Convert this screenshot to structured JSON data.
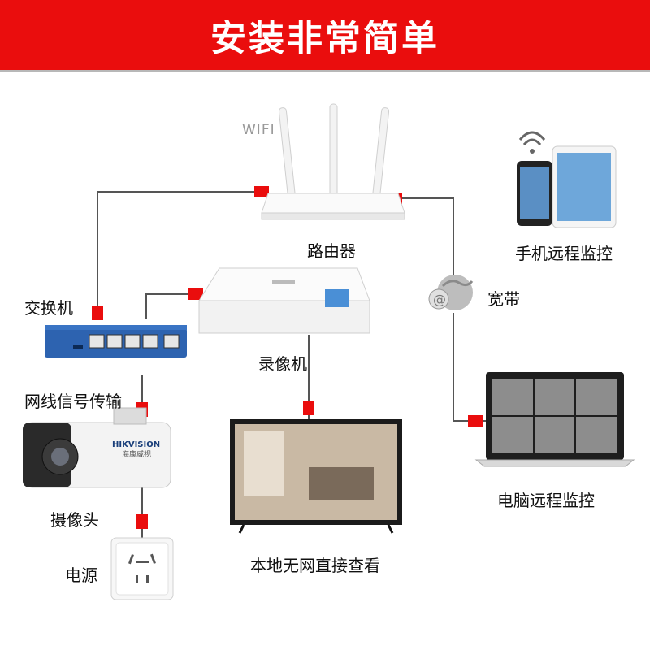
{
  "header": {
    "title": "安装非常简单"
  },
  "labels": {
    "wifi": "WIFI",
    "router": "路由器",
    "mobile": "手机远程监控",
    "broadband": "宽带",
    "switch": "交换机",
    "nvr": "录像机",
    "signal": "网线信号传输",
    "camera": "摄像头",
    "tv_view": "本地无网直接查看",
    "pc_view": "电脑远程监控",
    "power": "电源"
  },
  "brand": {
    "camera_brand": "HIKVISION",
    "camera_brand_cn": "海康威视"
  },
  "colors": {
    "accent": "#ea0d0d",
    "line": "#555555",
    "switch_blue": "#2d63b0"
  }
}
